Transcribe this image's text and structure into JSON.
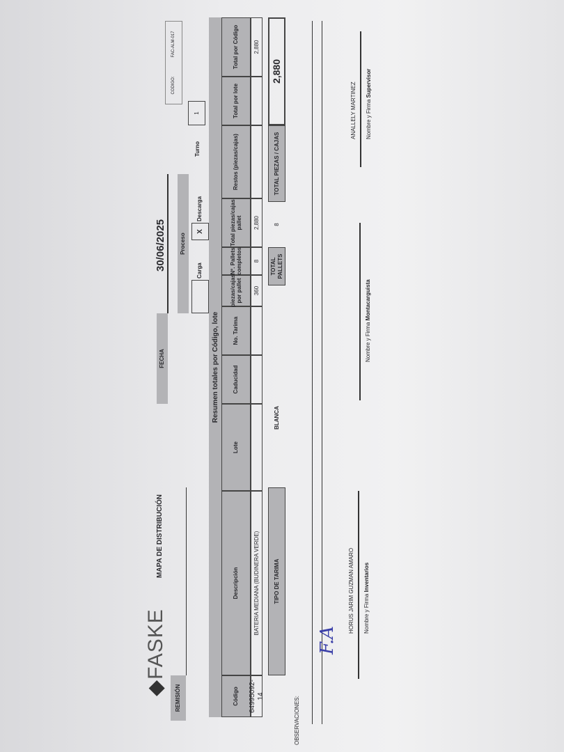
{
  "header": {
    "logo": "FASKE",
    "title": "MAPA DE DISTRIBUCIÓN",
    "remision_label": "REMISIÓN",
    "fecha_label": "FECHA",
    "fecha_value": "30/06/2025",
    "codigo_label": "CODIGO:",
    "codigo_value": "FAC-ALM-017"
  },
  "proceso": {
    "label": "Proceso",
    "carga_label": "Carga",
    "carga_value": "",
    "descarga_label": "Descarga",
    "descarga_value": "X",
    "turno_label": "Turno",
    "turno_value": "1"
  },
  "table": {
    "title": "Resumen totales por Código, lote",
    "columns": [
      "Código",
      "Descripción",
      "Lote",
      "Caducidad",
      "No. Tarima",
      "piezas/cajas por pallet",
      "Nº. Pallets completos",
      "Total piezas/cajas pallet",
      "Restos (piezas/cajas)",
      "Total por lote",
      "Total por Código"
    ],
    "rows": [
      [
        "64995092-14",
        "BATERIA MEDIANA (BUDINERA VERDE)",
        "",
        "",
        "",
        "360",
        "8",
        "2,880",
        "",
        "",
        "2,880"
      ]
    ],
    "totals": {
      "tipo_tarima_label": "TIPO DE TARIMA",
      "tipo_tarima_value": "BLANCA",
      "total_pallets_label": "TOTAL PALLETS",
      "total_pallets_value": "8",
      "total_piezas_label": "TOTAL PIEZAS / CAJAS",
      "total_piezas_value": "2,880"
    }
  },
  "observaciones_label": "OBSERVACIONES:",
  "firmas": [
    {
      "name": "HORUS JARIM GUZMAN AMARO",
      "label": "Nombre y Firma ",
      "role": "Inventarios",
      "signature": "F.A"
    },
    {
      "name": "",
      "label": "Nombre y Firma ",
      "role": "Montacarguista"
    },
    {
      "name": "ANALLELY MARTINEZ",
      "label": "Nombre y Firma ",
      "role": "Supervisor"
    }
  ]
}
